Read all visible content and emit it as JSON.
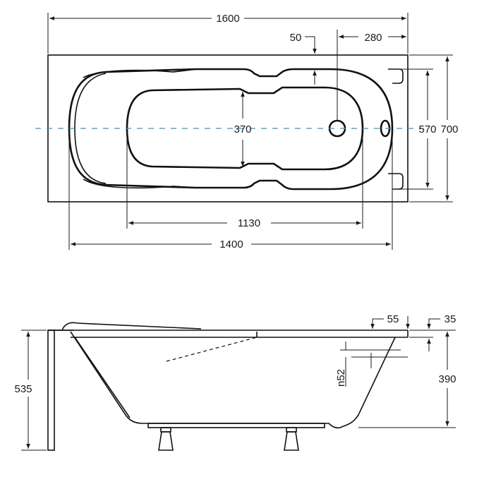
{
  "top_view": {
    "dims": {
      "total_length": "1600",
      "overflow_offset": "50",
      "drain_offset": "280",
      "inner_width": "370",
      "inner_width_rim": "570",
      "total_width": "700",
      "bottom_length": "1130",
      "inner_length": "1400"
    }
  },
  "side_view": {
    "dims": {
      "rim_width": "55",
      "rim_thickness": "35",
      "overflow_label": "n52",
      "depth": "390",
      "total_height": "535"
    }
  },
  "colors": {
    "line": "#111111",
    "centerline": "#2a9bd0"
  }
}
